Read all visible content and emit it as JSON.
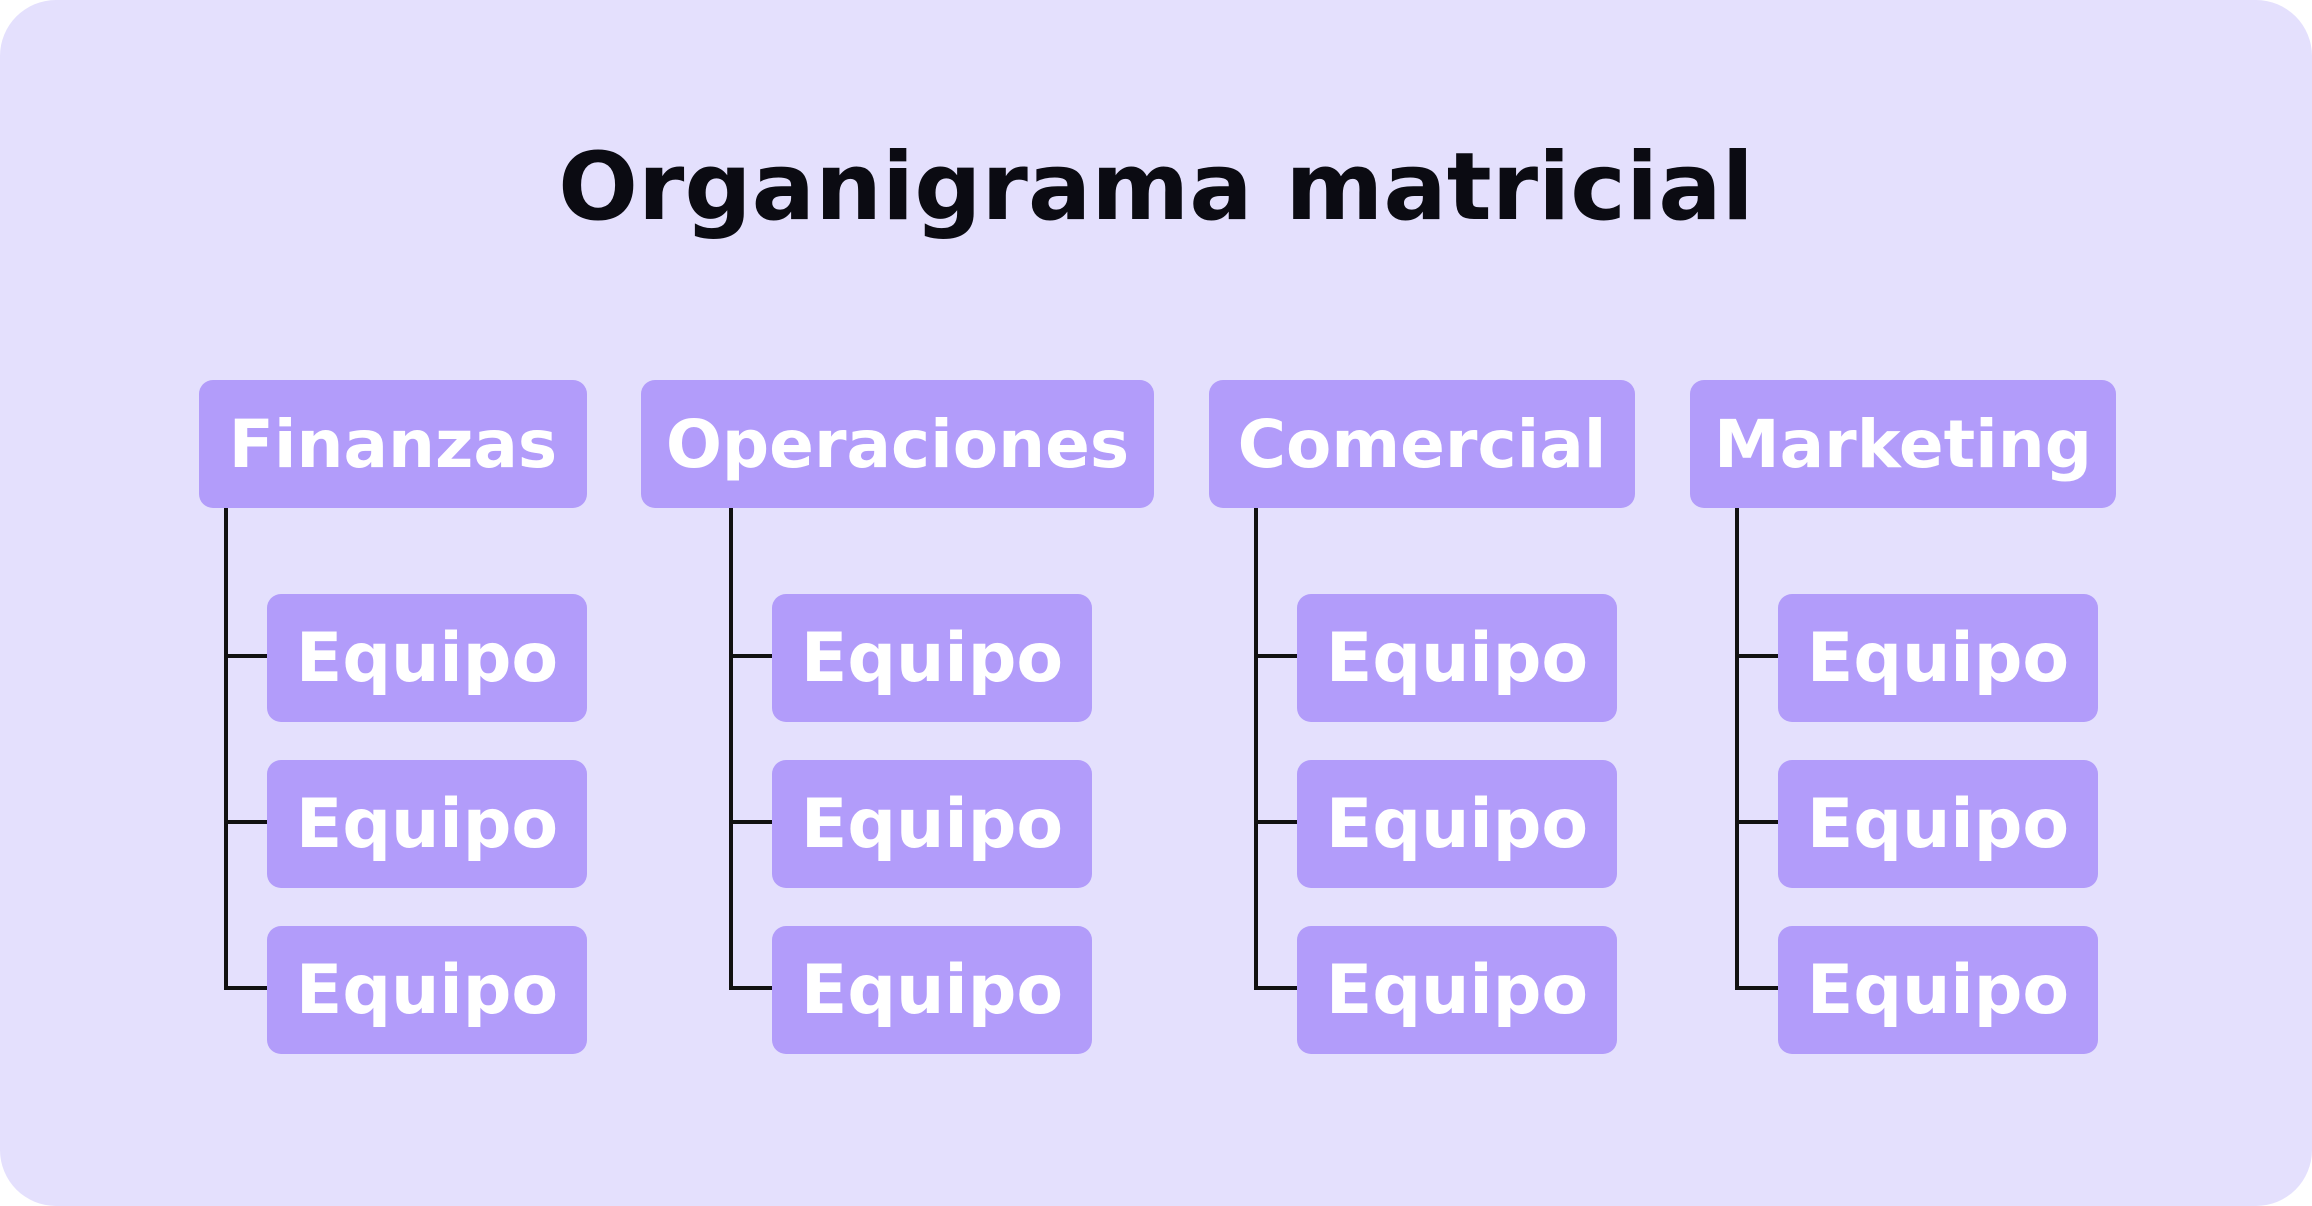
{
  "diagram": {
    "title": "Organigrama matricial",
    "departments": [
      {
        "label": "Finanzas",
        "teams": [
          "Equipo",
          "Equipo",
          "Equipo"
        ]
      },
      {
        "label": "Operaciones",
        "teams": [
          "Equipo",
          "Equipo",
          "Equipo"
        ]
      },
      {
        "label": "Comercial",
        "teams": [
          "Equipo",
          "Equipo",
          "Equipo"
        ]
      },
      {
        "label": "Marketing",
        "teams": [
          "Equipo",
          "Equipo",
          "Equipo"
        ]
      }
    ]
  },
  "colors": {
    "background": "#e4e0fd",
    "box": "#b29cfa",
    "box_text": "#ffffff",
    "title_text": "#0b0b12",
    "connector": "#111111"
  }
}
